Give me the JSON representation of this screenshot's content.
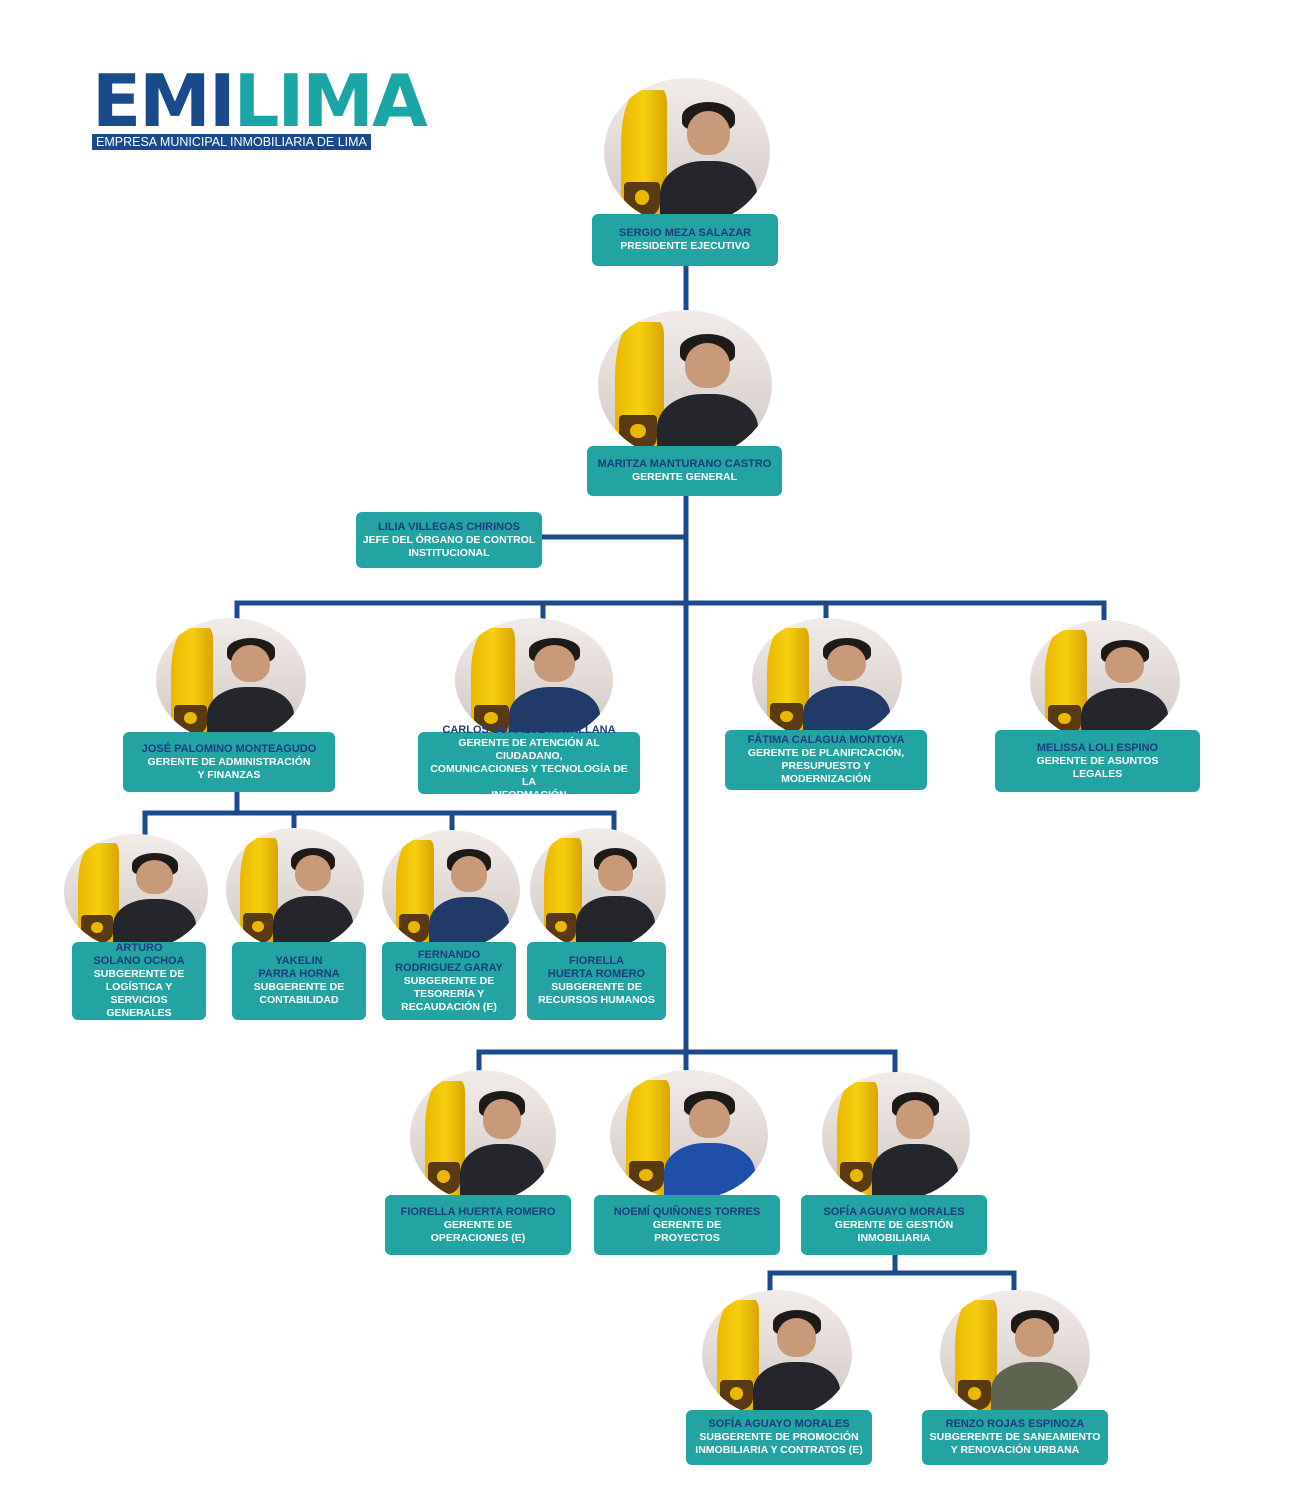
{
  "logo": {
    "word_emi": "EMI",
    "word_lima": "LIMA",
    "subtitle": "EMPRESA MUNICIPAL INMOBILIARIA DE LIMA"
  },
  "nodes": {
    "presidente": {
      "name": "SERGIO MEZA SALAZAR",
      "role": "PRESIDENTE EJECUTIVO"
    },
    "gerente_general": {
      "name": "MARITZA MANTURANO CASTRO",
      "role": "GERENTE GENERAL"
    },
    "control": {
      "name": "LILIA VILLEGAS CHIRINOS",
      "role": "JEFE DEL ÓRGANO DE CONTROL\nINSTITUCIONAL"
    },
    "administracion": {
      "name": "JOSÉ PALOMINO MONTEAGUDO",
      "role": "GERENTE DE ADMINISTRACIÓN\nY FINANZAS"
    },
    "atencion": {
      "name": "CARLOS SORALUZ MATALLANA",
      "role": "GERENTE DE ATENCIÓN AL CIUDADANO,\nCOMUNICACIONES Y TECNOLOGÍA DE LA\nINFORMACIÓN"
    },
    "planificacion": {
      "name": "FÁTIMA CALAGUA MONTOYA",
      "role": "GERENTE DE PLANIFICACIÓN,\nPRESUPUESTO Y\nMODERNIZACIÓN"
    },
    "legales": {
      "name": "MELISSA LOLI ESPINO",
      "role": "GERENTE DE ASUNTOS\nLEGALES"
    },
    "logistica": {
      "name": "ARTURO\nSOLANO OCHOA",
      "role": "SUBGERENTE DE\nLOGÍSTICA Y\nSERVICIOS GENERALES"
    },
    "contabilidad": {
      "name": "YAKELIN\nPARRA HORNA",
      "role": "SUBGERENTE DE\nCONTABILIDAD"
    },
    "tesoreria": {
      "name": "FERNANDO\nRODRIGUEZ GARAY",
      "role": "SUBGERENTE DE\nTESORERÍA Y\nRECAUDACIÓN (E)"
    },
    "rrhh": {
      "name": "FIORELLA\nHUERTA ROMERO",
      "role": "SUBGERENTE DE\nRECURSOS HUMANOS"
    },
    "operaciones": {
      "name": "FIORELLA HUERTA ROMERO",
      "role": "GERENTE DE\nOPERACIONES (E)"
    },
    "proyectos": {
      "name": "NOEMÍ QUIÑONES TORRES",
      "role": "GERENTE DE\nPROYECTOS"
    },
    "gestion": {
      "name": "SOFÍA AGUAYO MORALES",
      "role": "GERENTE DE GESTIÓN\nINMOBILIARIA"
    },
    "promocion": {
      "name": "SOFÍA AGUAYO MORALES",
      "role": "SUBGERENTE DE PROMOCIÓN\nINMOBILIARIA Y CONTRATOS (E)"
    },
    "saneamiento": {
      "name": "RENZO ROJAS ESPINOZA",
      "role": "SUBGERENTE DE SANEAMIENTO\nY RENOVACIÓN URBANA"
    }
  },
  "colors": {
    "box": "#23a3a1",
    "line": "#1b4a8c",
    "name_text": "#1b3f7f",
    "role_text": "#ffffff"
  }
}
